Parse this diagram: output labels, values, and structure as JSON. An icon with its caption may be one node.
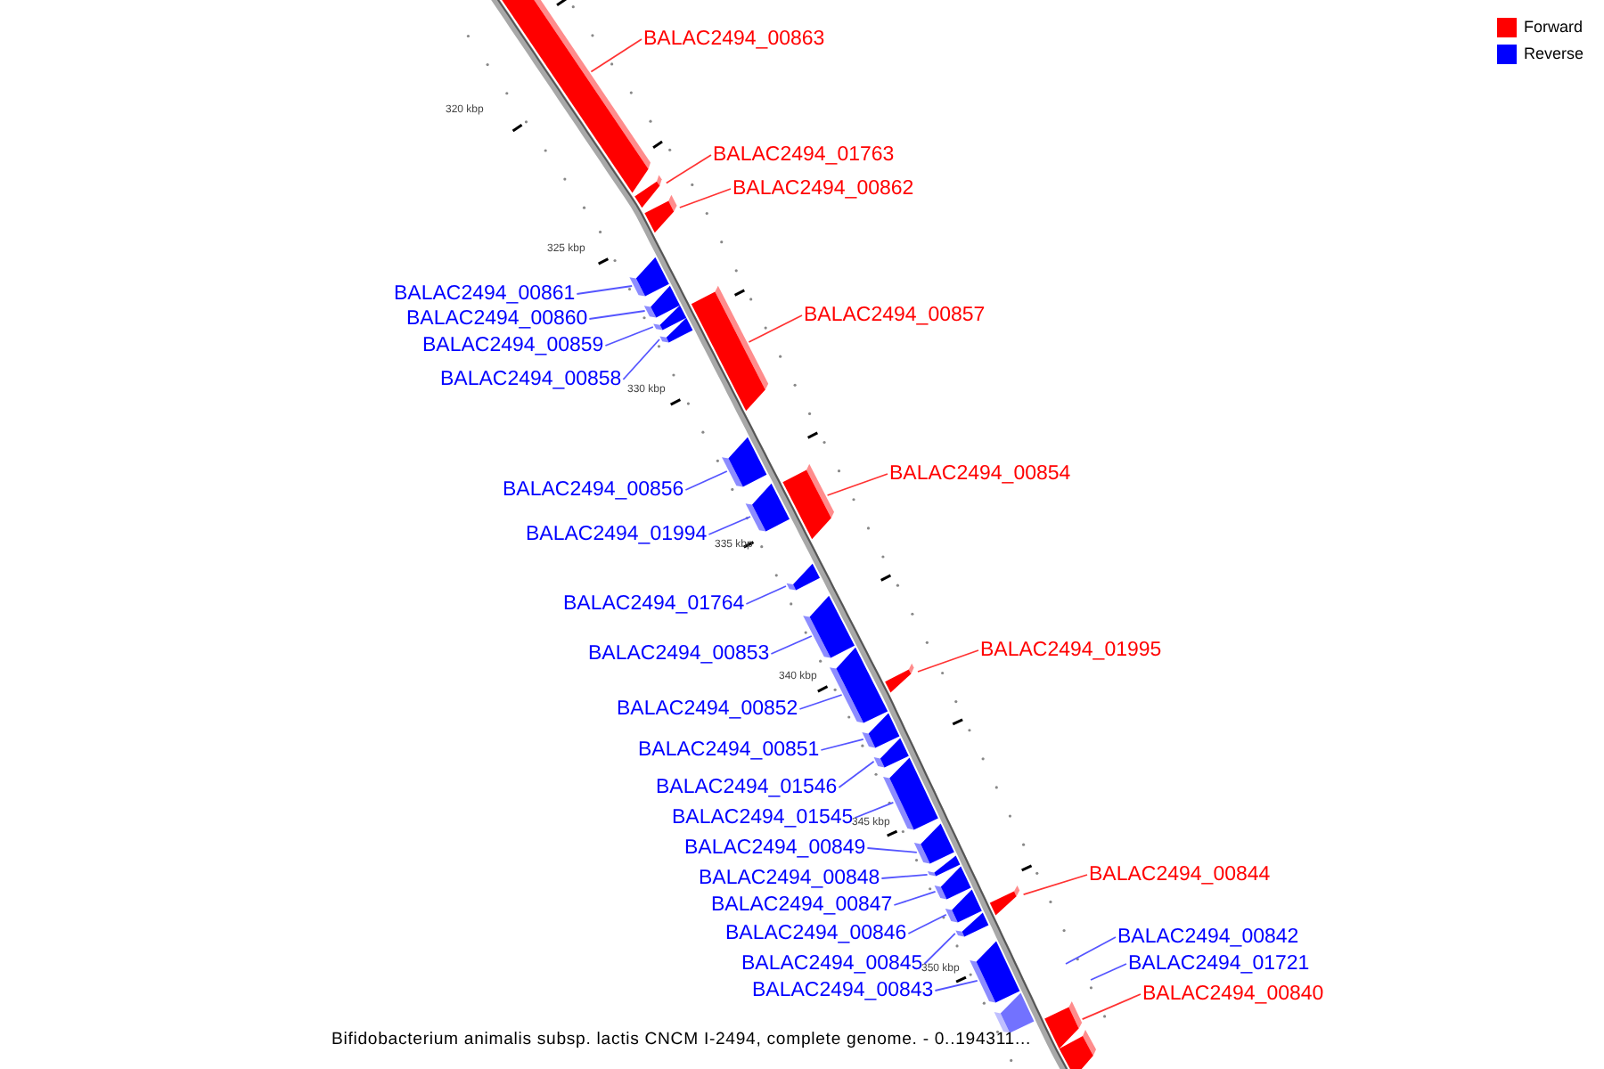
{
  "diagram": {
    "caption": "Bifidobacterium animalis subsp. lactis CNCM I-2494, complete genome. - 0..194311...",
    "nodes": [
      {
        "text": [
          "BALAC2494_00863"
        ]
      },
      {
        "text": [],
        "shape": "bar"
      },
      {
        "text": [
          "BALAC2494_01763"
        ]
      },
      {
        "text": [],
        "shape": "bar"
      },
      {
        "text": [
          "BALAC2494_00862"
        ]
      },
      {
        "text": [],
        "shape": "bar"
      },
      {
        "text": [
          "BALAC2494_00861"
        ]
      },
      {
        "text": [],
        "shape": "bar"
      },
      {
        "text": [
          "BALAC2494_00860"
        ]
      },
      {
        "text": [],
        "shape": "bar"
      },
      {
        "text": [
          "BALAC2494_00859"
        ]
      },
      {
        "text": [],
        "shape": "bar"
      },
      {
        "text": [
          "BALAC2494_00858"
        ]
      },
      {
        "text": [],
        "shape": "bar"
      },
      {
        "text": [
          "BALAC2494_00857"
        ]
      },
      {
        "text": [],
        "shape": "bar"
      },
      {
        "text": [
          "BALAC2494_00856"
        ]
      },
      {
        "text": [],
        "shape": "bar"
      },
      {
        "text": [
          "BALAC2494_00854"
        ]
      },
      {
        "text": [],
        "shape": "bar"
      },
      {
        "text": [
          "BALAC2494_01994"
        ]
      },
      {
        "text": [],
        "shape": "bar"
      },
      {
        "text": [
          "BALAC2494_01764"
        ]
      },
      {
        "text": [],
        "shape": "bar"
      },
      {
        "text": [
          "BALAC2494_00853"
        ]
      },
      {
        "text": [],
        "shape": "bar"
      },
      {
        "text": [
          "BALAC2494_01995"
        ]
      },
      {
        "text": [],
        "shape": "bar"
      },
      {
        "text": [
          "BALAC2494_00852"
        ]
      },
      {
        "text": [],
        "shape": "bar"
      },
      {
        "text": [
          "BALAC2494_00851"
        ]
      },
      {
        "text": [],
        "shape": "bar"
      },
      {
        "text": [
          "BALAC2494_01546"
        ]
      },
      {
        "text": [],
        "shape": "bar"
      },
      {
        "text": [
          "BALAC2494_01545"
        ]
      },
      {
        "text": [],
        "shape": "bar"
      },
      {
        "text": [
          "BALAC2494_00849"
        ]
      },
      {
        "text": [],
        "shape": "bar"
      },
      {
        "text": [
          "BALAC2494_00848"
        ]
      },
      {
        "text": [],
        "shape": "bar"
      },
      {
        "text": [
          "BALAC2494_00847"
        ]
      },
      {
        "text": [],
        "shape": "bar"
      },
      {
        "text": [
          "BALAC2494_00844"
        ]
      },
      {
        "text": [],
        "shape": "bar"
      },
      {
        "text": [
          "BALAC2494_00846"
        ]
      },
      {
        "text": [],
        "shape": "bar"
      },
      {
        "text": [
          "BALAC2494_00842"
        ]
      },
      {
        "text": [
          "BALAC2494_00845"
        ]
      },
      {
        "text": [],
        "shape": "bar"
      },
      {
        "text": [
          "BALAC2494_01721"
        ]
      },
      {
        "text": [
          "BALAC2494_00843"
        ]
      },
      {
        "text": [],
        "shape": "bar"
      },
      {
        "text": [
          "BALAC2494_00840"
        ]
      },
      {
        "text": [],
        "shape": "bar"
      },
      {
        "text": [],
        "shape": "bar"
      },
      {
        "text": [],
        "shape": "bar"
      }
    ],
    "edges": [
      {
        "from": 0,
        "to": 1,
        "arrow": "none",
        "color": "#ff3333"
      },
      {
        "from": 2,
        "to": 3,
        "arrow": "none",
        "color": "#ff3333"
      },
      {
        "from": 4,
        "to": 5,
        "arrow": "none",
        "color": "#ff3333"
      },
      {
        "from": 6,
        "to": 7,
        "arrow": "none"
      },
      {
        "from": 8,
        "to": 9,
        "arrow": "none"
      },
      {
        "from": 10,
        "to": 11,
        "arrow": "none"
      },
      {
        "from": 12,
        "to": 13,
        "arrow": "none"
      },
      {
        "from": 14,
        "to": 15,
        "arrow": "none",
        "color": "#ff3333"
      },
      {
        "from": 16,
        "to": 17,
        "arrow": "none"
      },
      {
        "from": 18,
        "to": 19,
        "arrow": "none",
        "color": "#ff3333"
      },
      {
        "from": 20,
        "to": 21,
        "arrow": "none"
      },
      {
        "from": 22,
        "to": 23,
        "arrow": "none"
      },
      {
        "from": 24,
        "to": 25,
        "arrow": "none"
      },
      {
        "from": 26,
        "to": 27,
        "arrow": "none",
        "color": "#ff3333"
      },
      {
        "from": 28,
        "to": 29,
        "arrow": "none"
      },
      {
        "from": 30,
        "to": 31,
        "arrow": "none"
      },
      {
        "from": 32,
        "to": 33,
        "arrow": "none"
      },
      {
        "from": 34,
        "to": 35,
        "arrow": "none"
      },
      {
        "from": 36,
        "to": 37,
        "arrow": "none"
      },
      {
        "from": 38,
        "to": 39,
        "arrow": "none"
      },
      {
        "from": 40,
        "to": 41,
        "arrow": "none"
      },
      {
        "from": 42,
        "to": 43,
        "arrow": "none",
        "color": "#ff3333"
      },
      {
        "from": 44,
        "to": 45,
        "arrow": "none"
      },
      {
        "from": 46,
        "to": null,
        "arrow": "none"
      },
      {
        "from": 47,
        "to": 48,
        "arrow": "none"
      },
      {
        "from": 49,
        "to": null,
        "arrow": "none"
      },
      {
        "from": 50,
        "to": 51,
        "arrow": "none"
      },
      {
        "from": 52,
        "to": 53,
        "arrow": "none",
        "color": "#ff3333"
      }
    ],
    "labels": [
      "320 kbp",
      "325 kbp",
      "330 kbp",
      "335 kbp",
      "340 kbp",
      "345 kbp",
      "350 kbp"
    ],
    "legend": [
      {
        "text": "Forward",
        "color": "#ff0000"
      },
      {
        "text": "Reverse",
        "color": "#0000ff"
      }
    ]
  }
}
